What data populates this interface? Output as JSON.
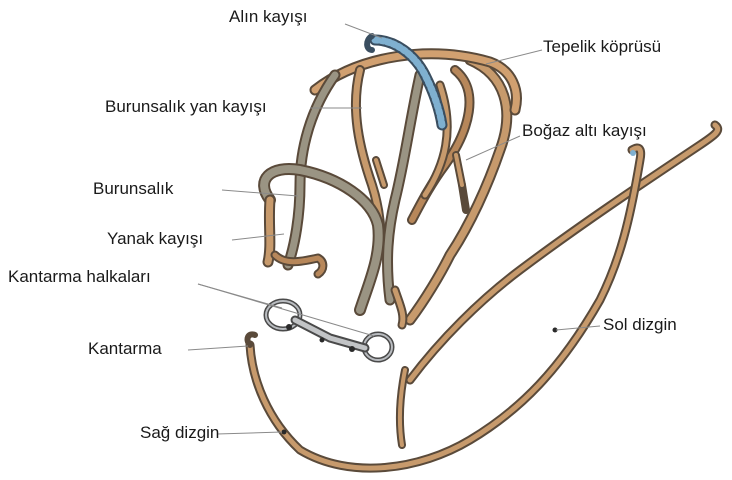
{
  "labels": {
    "alin_kayisi": "Alın kayışı",
    "tepelik_koprusu": "Tepelik köprüsü",
    "burunsalik_yan_kayisi": "Burunsalık yan kayışı",
    "bogaz_alti_kayisi": "Boğaz altı kayışı",
    "burunsalik": "Burunsalık",
    "yanak_kayisi": "Yanak kayışı",
    "kantarma_halkalari": "Kantarma halkaları",
    "kantarma": "Kantarma",
    "sol_dizgin": "Sol dizgin",
    "sag_dizgin": "Sağ dizgin"
  },
  "colors": {
    "leather_tan": "#c79a6c",
    "leather_dark": "#5a4a3a",
    "leather_gray": "#9a9483",
    "browband_blue": "#7fb0d0",
    "metal": "#b9bcc0",
    "leader_line": "#8a8a8a"
  }
}
